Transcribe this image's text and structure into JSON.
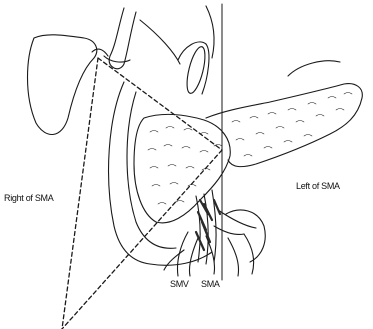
{
  "labels": {
    "right_of_sma": "Right of SMA",
    "left_of_sma": "Left of SMA",
    "smv": "SMV",
    "sma": "SMA"
  },
  "colors": {
    "ink": "#111111",
    "background": "#ffffff"
  }
}
